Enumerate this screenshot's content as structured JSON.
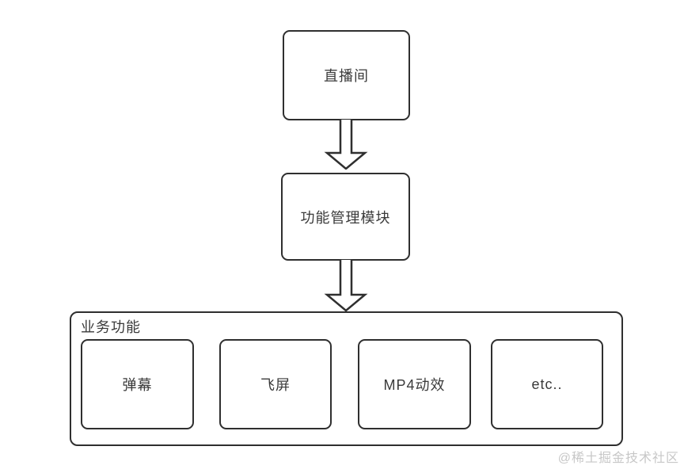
{
  "diagram": {
    "nodes": {
      "live_room": "直播间",
      "function_module": "功能管理模块"
    },
    "group": {
      "label": "业务功能",
      "items": [
        "弹幕",
        "飞屏",
        "MP4动效",
        "etc.."
      ]
    },
    "connectors": [
      {
        "from": "live_room",
        "to": "function_module",
        "type": "block-arrow-down"
      },
      {
        "from": "function_module",
        "to": "business_functions_group",
        "type": "block-arrow-down"
      }
    ],
    "watermark": "@稀土掘金技术社区",
    "colors": {
      "border": "#2f2f2f",
      "text": "#3a3a3a",
      "watermark": "#c7c7c7",
      "background": "#ffffff"
    }
  }
}
